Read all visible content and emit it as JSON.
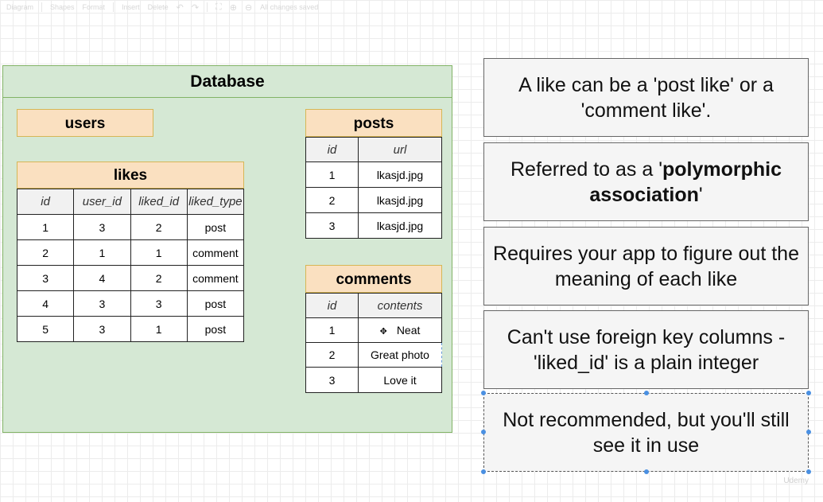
{
  "toolbar": {
    "diagram": "Diagram",
    "shapes": "Shapes",
    "format": "Format",
    "insert": "Insert",
    "delete": "Delete",
    "status": "All changes saved"
  },
  "database": {
    "title": "Database",
    "users": {
      "title": "users"
    },
    "likes": {
      "title": "likes",
      "columns": [
        "id",
        "user_id",
        "liked_id",
        "liked_type"
      ],
      "rows": [
        [
          "1",
          "3",
          "2",
          "post"
        ],
        [
          "2",
          "1",
          "1",
          "comment"
        ],
        [
          "3",
          "4",
          "2",
          "comment"
        ],
        [
          "4",
          "3",
          "3",
          "post"
        ],
        [
          "5",
          "3",
          "1",
          "post"
        ]
      ]
    },
    "posts": {
      "title": "posts",
      "columns": [
        "id",
        "url"
      ],
      "rows": [
        [
          "1",
          "lkasjd.jpg"
        ],
        [
          "2",
          "lkasjd.jpg"
        ],
        [
          "3",
          "lkasjd.jpg"
        ]
      ]
    },
    "comments": {
      "title": "comments",
      "columns": [
        "id",
        "contents"
      ],
      "rows": [
        [
          "1",
          "Neat"
        ],
        [
          "2",
          "Great photo"
        ],
        [
          "3",
          "Love it"
        ]
      ]
    }
  },
  "notes": {
    "n1": "A like can be a 'post like' or a 'comment like'.",
    "n2_pre": "Referred to as a '",
    "n2_bold": "polymorphic association",
    "n2_post": "'",
    "n3": "Requires your app to figure out the meaning of each like",
    "n4": "Can't use foreign key columns - 'liked_id' is a plain integer",
    "n5": "Not recommended, but you'll still see it in use"
  },
  "watermark": "Udemy",
  "colors": {
    "database_fill": "#d5e8d4",
    "database_border": "#82b366",
    "table_header_fill": "#fae0c0",
    "table_header_border": "#d6b656",
    "note_fill": "#f5f5f5",
    "selection_handle": "#4a90e2"
  }
}
